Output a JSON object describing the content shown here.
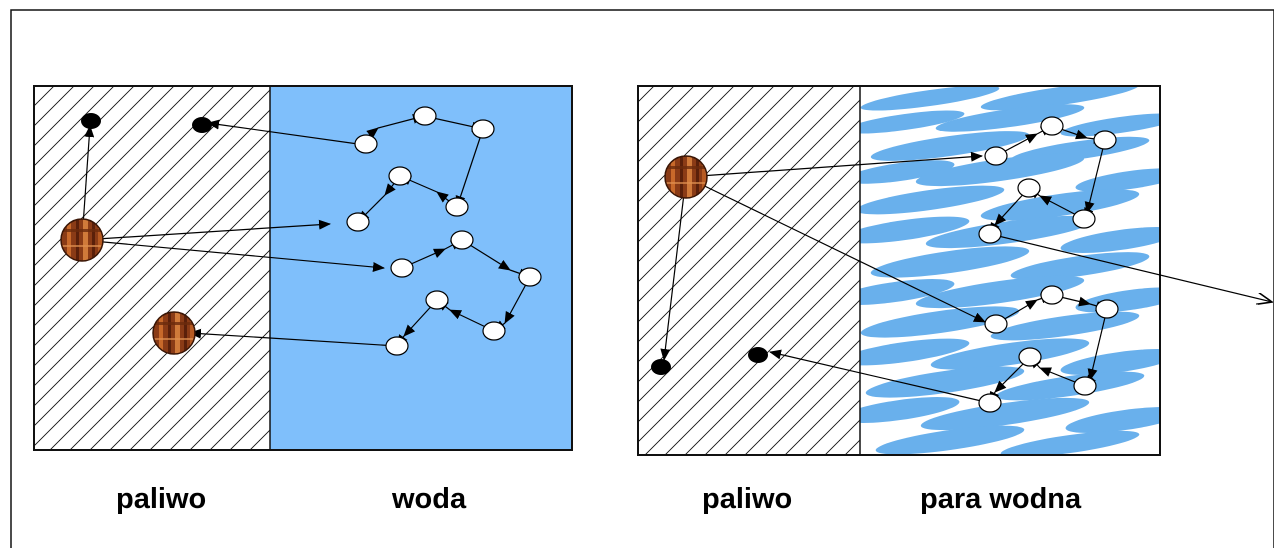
{
  "panels": [
    {
      "fuel_label": "paliwo",
      "medium_label": "woda"
    },
    {
      "fuel_label": "paliwo",
      "medium_label": "para wodna"
    }
  ],
  "colors": {
    "water": "#7fbffb",
    "steam_streak": "#69b0ec",
    "fuel_hatch": "#000000",
    "uranium_nucleus": "#8a3b16",
    "neutron_fill": "#ffffff",
    "absorbed_neutron": "#000000"
  }
}
